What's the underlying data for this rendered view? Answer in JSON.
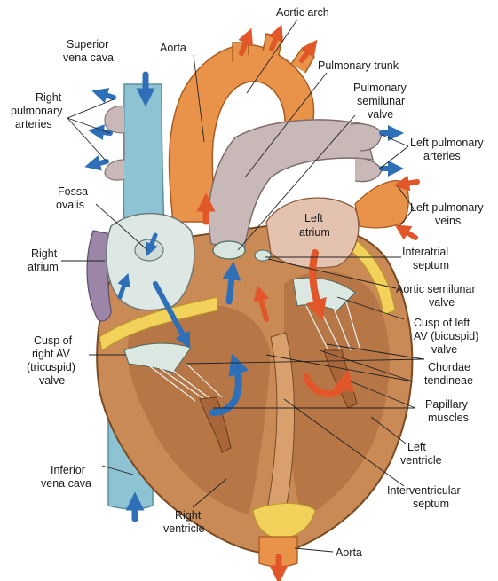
{
  "diagram": {
    "colors": {
      "aorta": "#e8924a",
      "vena_cava": "#8ec3d4",
      "pulmonary_trunk": "#c9b8b8",
      "myocardium": "#c98a55",
      "fat": "#f2d25a",
      "flow_blue": "#2f6fb8",
      "flow_red": "#e2572a",
      "right_atrium": "#9b86a8"
    },
    "labels": {
      "aortic_arch": "Aortic arch",
      "superior_vena_cava_1": "Superior",
      "superior_vena_cava_2": "vena cava",
      "aorta_top": "Aorta",
      "pulmonary_trunk": "Pulmonary trunk",
      "right_pulmonary_arteries_1": "Right",
      "right_pulmonary_arteries_2": "pulmonary",
      "right_pulmonary_arteries_3": "arteries",
      "pulmonary_semilunar_valve_1": "Pulmonary",
      "pulmonary_semilunar_valve_2": "semilunar",
      "pulmonary_semilunar_valve_3": "valve",
      "left_pulmonary_arteries_1": "Left pulmonary",
      "left_pulmonary_arteries_2": "arteries",
      "fossa_ovalis_1": "Fossa",
      "fossa_ovalis_2": "ovalis",
      "left_atrium_1": "Left",
      "left_atrium_2": "atrium",
      "left_pulmonary_veins_1": "Left pulmonary",
      "left_pulmonary_veins_2": "veins",
      "right_atrium_1": "Right",
      "right_atrium_2": "atrium",
      "interatrial_septum_1": "Interatrial",
      "interatrial_septum_2": "septum",
      "aortic_semilunar_valve_1": "Aortic semilunar",
      "aortic_semilunar_valve_2": "valve",
      "cusp_left_av_1": "Cusp of left",
      "cusp_left_av_2": "AV (bicuspid)",
      "cusp_left_av_3": "valve",
      "cusp_right_av_1": "Cusp of",
      "cusp_right_av_2": "right AV",
      "cusp_right_av_3": "(tricuspid)",
      "cusp_right_av_4": "valve",
      "chordae_tendineae_1": "Chordae",
      "chordae_tendineae_2": "tendineae",
      "papillary_muscles_1": "Papillary",
      "papillary_muscles_2": "muscles",
      "left_ventricle_1": "Left",
      "left_ventricle_2": "ventricle",
      "inferior_vena_cava_1": "Inferior",
      "inferior_vena_cava_2": "vena cava",
      "interventricular_septum_1": "Interventricular",
      "interventricular_septum_2": "septum",
      "right_ventricle_1": "Right",
      "right_ventricle_2": "ventricle",
      "aorta_bottom": "Aorta"
    }
  }
}
